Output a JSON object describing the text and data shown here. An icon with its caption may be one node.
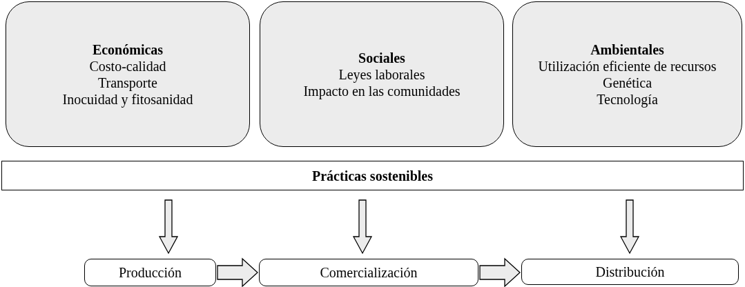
{
  "diagram": {
    "nodes": [
      {
        "text": [
          "Económicas",
          "Costo-calidad",
          "Transporte",
          "Inocuidad y fitosanidad"
        ]
      },
      {
        "text": [
          "Sociales",
          "Leyes laborales",
          "Impacto en las comunidades"
        ]
      },
      {
        "text": [
          "Ambientales",
          "Utilización eficiente de recursos",
          "Genética",
          "Tecnología"
        ]
      },
      {
        "text": [
          "Prácticas sostenibles"
        ]
      },
      {
        "text": [
          "Producción"
        ]
      },
      {
        "text": [
          "Comercialización"
        ]
      },
      {
        "text": [
          "Distribución"
        ]
      }
    ],
    "edges": [
      {
        "from": 3,
        "to": 4,
        "arrow": "to"
      },
      {
        "from": 3,
        "to": 5,
        "arrow": "to"
      },
      {
        "from": 3,
        "to": 6,
        "arrow": "to"
      },
      {
        "from": 4,
        "to": 5,
        "arrow": "to"
      },
      {
        "from": 5,
        "to": 6,
        "arrow": "to"
      }
    ]
  }
}
